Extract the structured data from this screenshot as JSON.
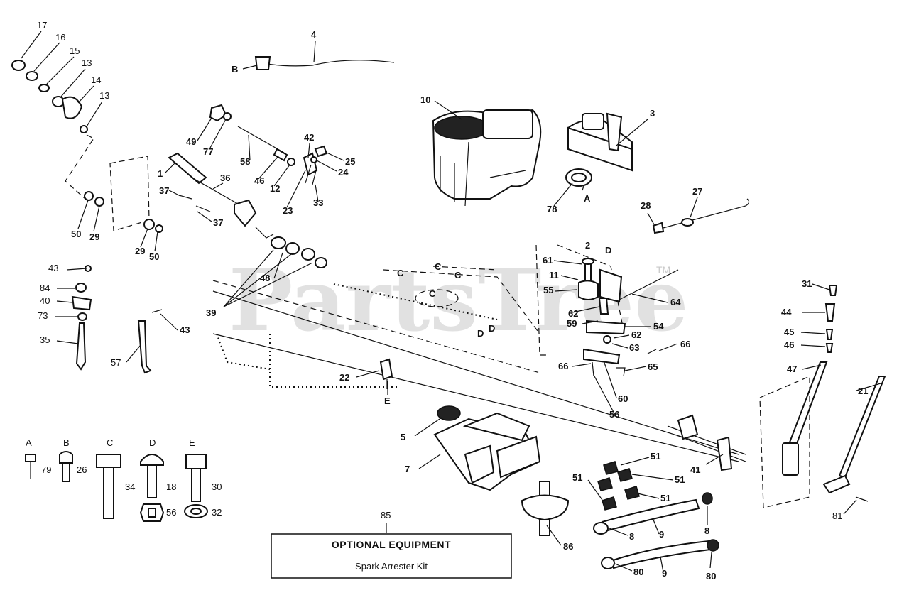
{
  "watermark": {
    "text": "PartsTree",
    "tm": "TM"
  },
  "optional_box": {
    "callout": "85",
    "title": "OPTIONAL EQUIPMENT",
    "subtitle": "Spark Arrester Kit"
  },
  "hardware": [
    {
      "letter": "A",
      "number": "79"
    },
    {
      "letter": "B",
      "number": "26"
    },
    {
      "letter": "C",
      "number": "34"
    },
    {
      "letter": "D",
      "number": "18"
    },
    {
      "letter": "D",
      "number": "56"
    },
    {
      "letter": "E",
      "number": "30"
    },
    {
      "letter": "E",
      "number": "32"
    }
  ],
  "callouts": [
    "17",
    "16",
    "15",
    "13",
    "14",
    "13",
    "4",
    "B",
    "10",
    "3",
    "49",
    "77",
    "58",
    "42",
    "25",
    "24",
    "46",
    "12",
    "23",
    "33",
    "1",
    "36",
    "37",
    "37",
    "50",
    "29",
    "29",
    "50",
    "78",
    "A",
    "28",
    "27",
    "2",
    "D",
    "61",
    "11",
    "55",
    "62",
    "59",
    "54",
    "62",
    "63",
    "64",
    "66",
    "66",
    "65",
    "60",
    "56",
    "31",
    "44",
    "45",
    "46",
    "47",
    "21",
    "43",
    "84",
    "40",
    "73",
    "35",
    "57",
    "43",
    "48",
    "39",
    "C",
    "C",
    "C",
    "C",
    "D",
    "D",
    "22",
    "E",
    "5",
    "7",
    "51",
    "51",
    "51",
    "51",
    "86",
    "8",
    "9",
    "8",
    "80",
    "9",
    "80",
    "41",
    "81"
  ]
}
